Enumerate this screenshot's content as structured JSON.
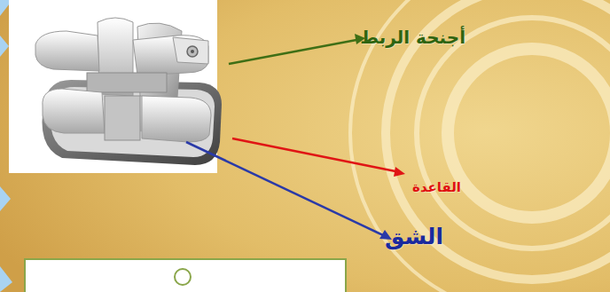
{
  "diagram": {
    "labels": [
      "أجنحة الربط",
      "القاعدة",
      "الشق"
    ]
  }
}
